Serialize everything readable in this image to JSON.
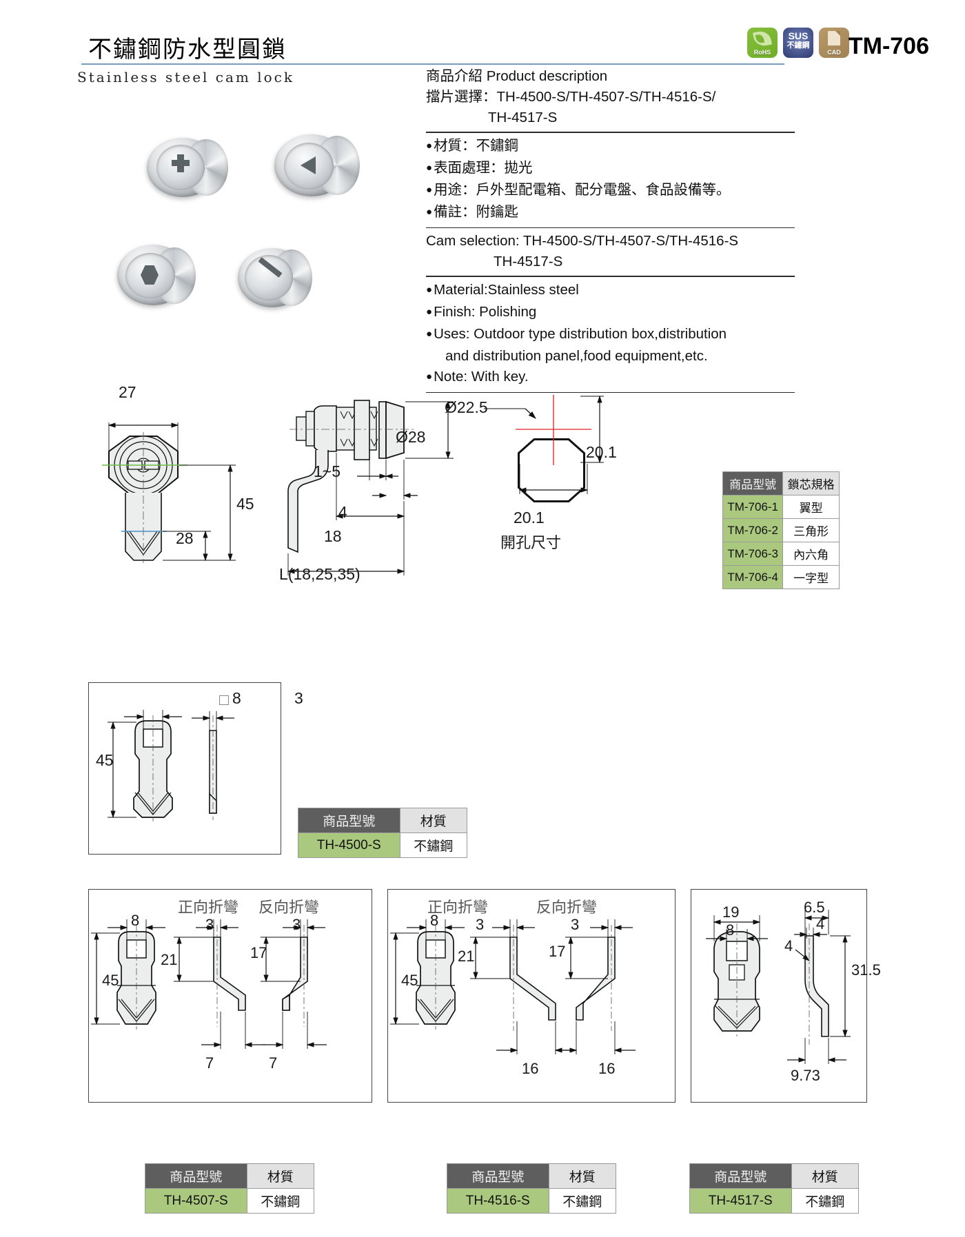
{
  "header": {
    "title_cn": "不鏽鋼防水型圓鎖",
    "title_en": "Stainless steel cam lock",
    "model_no": "TM-706",
    "badges": [
      {
        "name": "rohs-badge",
        "label": "RoHS"
      },
      {
        "name": "sus-badge",
        "label_top": "SUS",
        "label_bottom": "不鏽鋼"
      },
      {
        "name": "cad-badge",
        "label": "CAD"
      }
    ]
  },
  "description": {
    "heading": "商品介紹 Product description",
    "cam_selection_cn_label": "擋片選擇：",
    "cam_selection_cn_line1": "TH-4500-S/TH-4507-S/TH-4516-S/",
    "cam_selection_cn_line2": "TH-4517-S",
    "bullets_cn": [
      "材質：不鏽鋼",
      "表面處理：拋光",
      "用途：戶外型配電箱、配分電盤、食品設備等。",
      "備註：附鑰匙"
    ],
    "cam_selection_en_line1": "Cam selection: TH-4500-S/TH-4507-S/TH-4516-S",
    "cam_selection_en_line2": "TH-4517-S",
    "bullets_en_1": "Material:Stainless steel",
    "bullets_en_2": "Finish: Polishing",
    "bullets_en_3a": "Uses: Outdoor type distribution box,distribution",
    "bullets_en_3b": "and distribution panel,food equipment,etc.",
    "bullets_en_4": "Note: With key."
  },
  "photos": [
    {
      "name": "lock-photo-wing",
      "cam_type": "翼型"
    },
    {
      "name": "lock-photo-triangle",
      "cam_type": "三角形"
    },
    {
      "name": "lock-photo-hex",
      "cam_type": "內六角"
    },
    {
      "name": "lock-photo-slot",
      "cam_type": "一字型"
    }
  ],
  "drawings": {
    "front_view": {
      "name": "front-view-drawing",
      "dim_width": "27",
      "dim_total_height": "45",
      "dim_cam_height": "28"
    },
    "side_view": {
      "name": "side-view-drawing",
      "dim_diameter": "Ø28",
      "dim_panel_thickness": "1~5",
      "dim_4": "4",
      "dim_18": "18",
      "dim_length": "L(18,25,35)"
    },
    "cutout_view": {
      "name": "cutout-drawing",
      "dim_diameter": "Ø22.5",
      "dim_height": "20.1",
      "dim_width": "20.1",
      "caption": "開孔尺寸"
    }
  },
  "main_table": {
    "name": "lock-core-spec-table",
    "headers": [
      "商品型號",
      "鎖芯規格"
    ],
    "rows": [
      [
        "TM-706-1",
        "翼型"
      ],
      [
        "TM-706-2",
        "三角形"
      ],
      [
        "TM-706-3",
        "內六角"
      ],
      [
        "TM-706-4",
        "一字型"
      ]
    ]
  },
  "cam_4500": {
    "name": "cam-4500-panel",
    "dim_square": "8",
    "dim_square_prefix": "□",
    "dim_thickness": "3",
    "dim_length": "45",
    "table": {
      "headers": [
        "商品型號",
        "材質"
      ],
      "rows": [
        [
          "TH-4500-S",
          "不鏽鋼"
        ]
      ]
    }
  },
  "cam_4507": {
    "name": "cam-4507-panel",
    "label_forward": "正向折彎",
    "label_reverse": "反向折彎",
    "dim_square": "8",
    "dim_length": "45",
    "dim_21": "21",
    "dim_17": "17",
    "dim_t_fwd": "3",
    "dim_t_rev": "3",
    "dim_b_fwd": "7",
    "dim_b_rev": "7",
    "table": {
      "headers": [
        "商品型號",
        "材質"
      ],
      "rows": [
        [
          "TH-4507-S",
          "不鏽鋼"
        ]
      ]
    }
  },
  "cam_4516": {
    "name": "cam-4516-panel",
    "label_forward": "正向折彎",
    "label_reverse": "反向折彎",
    "dim_square": "8",
    "dim_length": "45",
    "dim_21": "21",
    "dim_17": "17",
    "dim_t_fwd": "3",
    "dim_t_rev": "3",
    "dim_b_fwd": "16",
    "dim_b_rev": "16",
    "table": {
      "headers": [
        "商品型號",
        "材質"
      ],
      "rows": [
        [
          "TH-4516-S",
          "不鏽鋼"
        ]
      ]
    }
  },
  "cam_4517": {
    "name": "cam-4517-panel",
    "dim_19": "19",
    "dim_8": "8",
    "dim_65": "6.5",
    "dim_4a": "4",
    "dim_4b": "4",
    "dim_315": "31.5",
    "dim_973": "9.73",
    "table": {
      "headers": [
        "商品型號",
        "材質"
      ],
      "rows": [
        [
          "TH-4517-S",
          "不鏽鋼"
        ]
      ]
    }
  },
  "colors": {
    "accent_rule": "#7a99bf",
    "table_header_key": "#5e5e5e",
    "table_header_val": "#e2e2e2",
    "table_key_cell": "#aac97e",
    "centerline_green": "#6abf4b",
    "centerline_blue": "#4a90c4",
    "centerline_red": "#e02020"
  }
}
